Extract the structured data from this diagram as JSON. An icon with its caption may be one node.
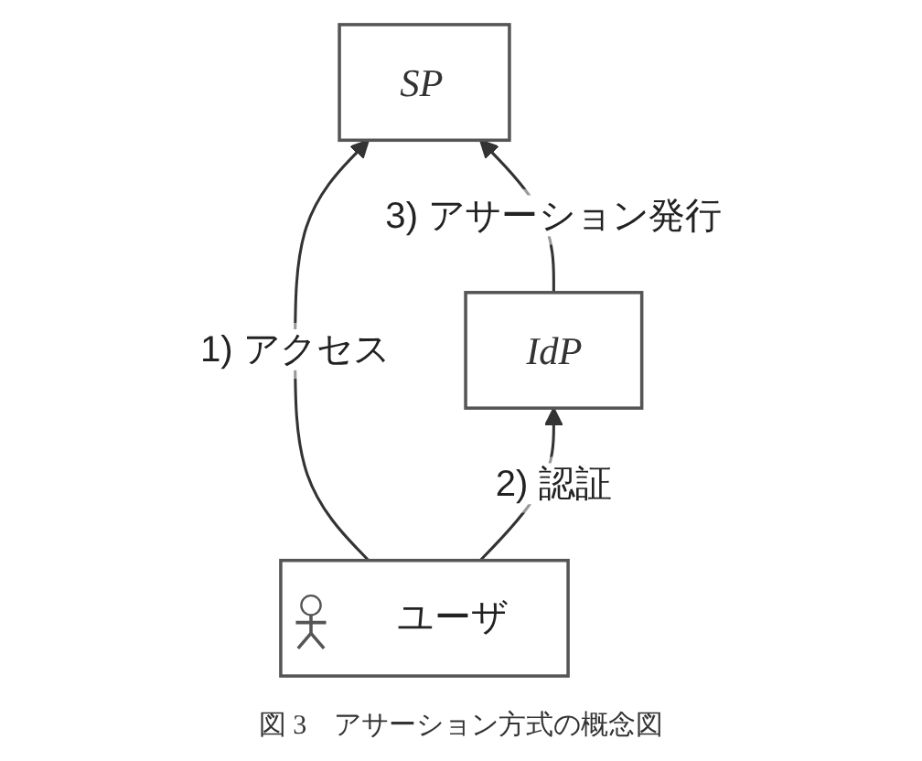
{
  "diagram": {
    "caption": "図 3　アサーション方式の概念図",
    "nodes": [
      {
        "text": [
          "IdP"
        ]
      },
      {
        "text": [
          "SP"
        ]
      },
      {
        "text": [
          "ユーザ"
        ]
      }
    ],
    "edges": [
      {
        "from": 2,
        "to": 1,
        "arrow": "to",
        "label": "1) アクセス"
      },
      {
        "from": 2,
        "to": 0,
        "arrow": "to",
        "label": "2) 認証"
      },
      {
        "from": 0,
        "to": 1,
        "arrow": "to",
        "label": "3) アサーション発行"
      }
    ]
  }
}
